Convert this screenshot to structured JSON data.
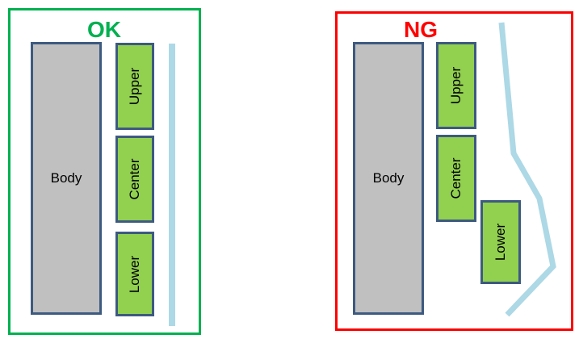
{
  "colors": {
    "ok": "#00b050",
    "ng": "#ff0000",
    "body_fill": "#c0c0c0",
    "part_fill": "#92d050",
    "box_border": "#3d5a80",
    "reference_line": "#add8e6"
  },
  "ok_panel": {
    "title": "OK",
    "body_label": "Body",
    "parts": [
      {
        "label": "Upper"
      },
      {
        "label": "Center"
      },
      {
        "label": "Lower"
      }
    ]
  },
  "ng_panel": {
    "title": "NG",
    "body_label": "Body",
    "parts": [
      {
        "label": "Upper"
      },
      {
        "label": "Center"
      },
      {
        "label": "Lower"
      }
    ]
  }
}
